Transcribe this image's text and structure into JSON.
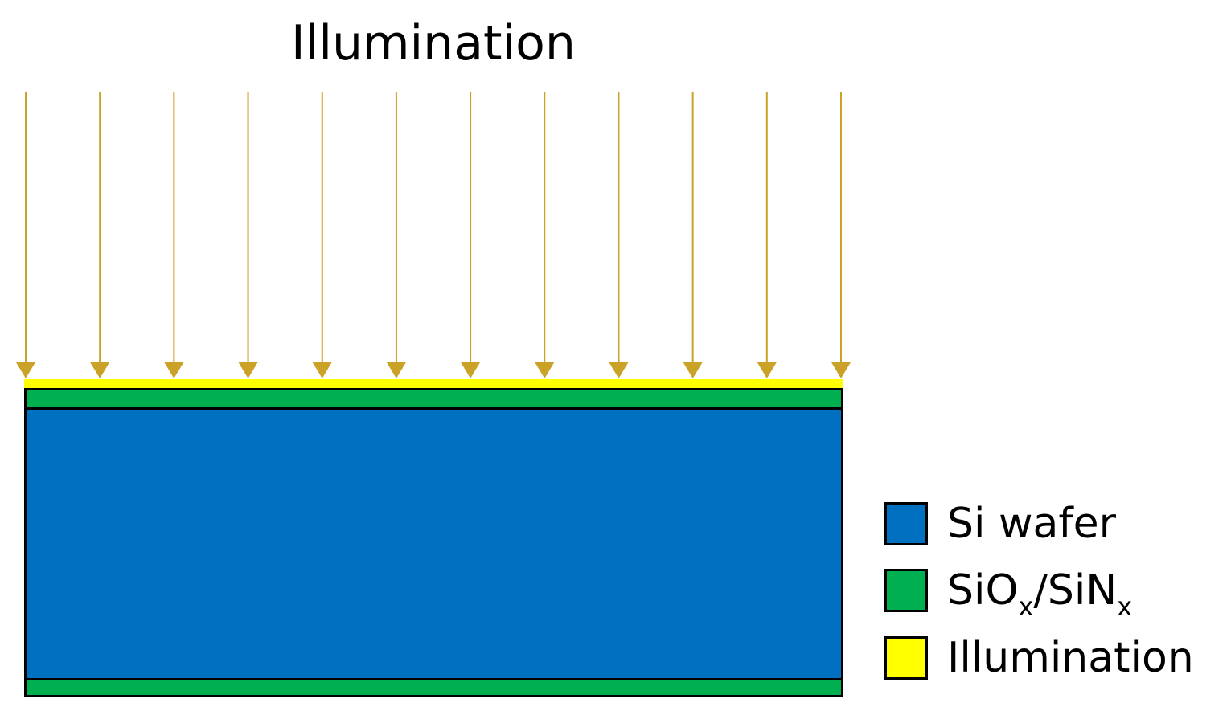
{
  "title": "Illumination",
  "colors": {
    "si_wafer": "#0070C0",
    "passivation": "#00B050",
    "illumination": "#FFFF00",
    "arrow": "#C9A227",
    "outline": "#000000"
  },
  "arrows": {
    "count": 12,
    "icon": "down-arrow-icon"
  },
  "legend": [
    {
      "key": "si_wafer",
      "label": "Si wafer"
    },
    {
      "key": "passivation",
      "label_parts": [
        "SiO",
        "x",
        "/SiN",
        "x"
      ]
    },
    {
      "key": "illumination",
      "label": "Illumination"
    }
  ]
}
